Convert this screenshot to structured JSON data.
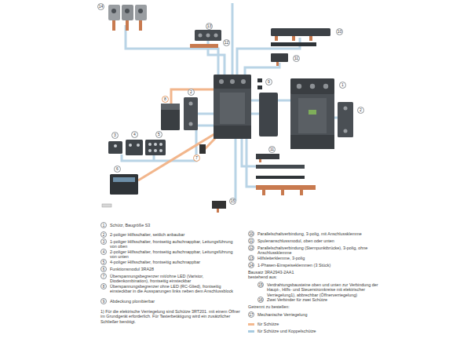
{
  "diagram": {
    "labels": [
      "14",
      "13",
      "12",
      "10",
      "11",
      "9",
      "1",
      "2",
      "2",
      "8",
      "3",
      "4",
      "5",
      "7",
      "6",
      "11",
      "15",
      "1",
      "Schütz, Baugröße S3",
      "2",
      "2-poliger Hilfsschalter, seitlich anbaubar",
      "3",
      "1-poliger Hilfsschalter, frontseitig aufschnappbar, Leitungsführung von oben",
      "4",
      "2-poliger Hilfsschalter, frontseitig aufschnappbar, Leitungsführung von unten",
      "5",
      "4-poliger Hilfsschalter, frontseitig aufschnappbar",
      "6",
      "Funktionsmodul 3RA28",
      "7",
      "Überspannungsbegrenzer mit/ohne LED (Varistor, Diodenkombination), frontseitig einsteckbar",
      "8",
      "Überspannungsbegrenzer ohne LED (RC-Glied), frontseitig einsteckbar in die Aussparungen links neben dem Anschlussblock",
      "9",
      "Abdeckung plombierbar",
      "1) Für die elektrische Verriegelung sind Schütze 3RT201. mit einem Öffner im Grundgerät erforderlich. Für Tasterbetätigung wird ein zusätzlicher Schließer benötigt.",
      "10",
      "Parallelschaltverbindung, 3-polig, mit Anschlussklemme",
      "11",
      "Spulenanschlussmodul, oben oder unten",
      "12",
      "Parallelschaltverbindung (Sternpunktbrücke), 3-polig, ohne Anschlussklemme",
      "13",
      "Hilfsleiterklemme, 3-polig",
      "14",
      "1-Phasen-Einspeiseklemmen (3 Stück)",
      "Bausatz 3RA2943-2AA1 bestehend aus:",
      "15",
      "Verdrahtungsbausteine oben und unten zur Verbindung der Haupt-, Hilfs- und Steuerstromkreise mit elektrischer Verriegelung1), abbrechbar (Öffnerverriegelung)",
      "16",
      "Zwei Verbinder für zwei Schütze",
      "Getrennt zu bestellen:",
      "17",
      "Mechanische Verriegelung"
    ],
    "legend": [
      {
        "text": "für Schütze",
        "color": "#f4b98f"
      },
      {
        "text": "für Schütze und Koppelschütze",
        "color": "#a8cbe0"
      }
    ]
  }
}
